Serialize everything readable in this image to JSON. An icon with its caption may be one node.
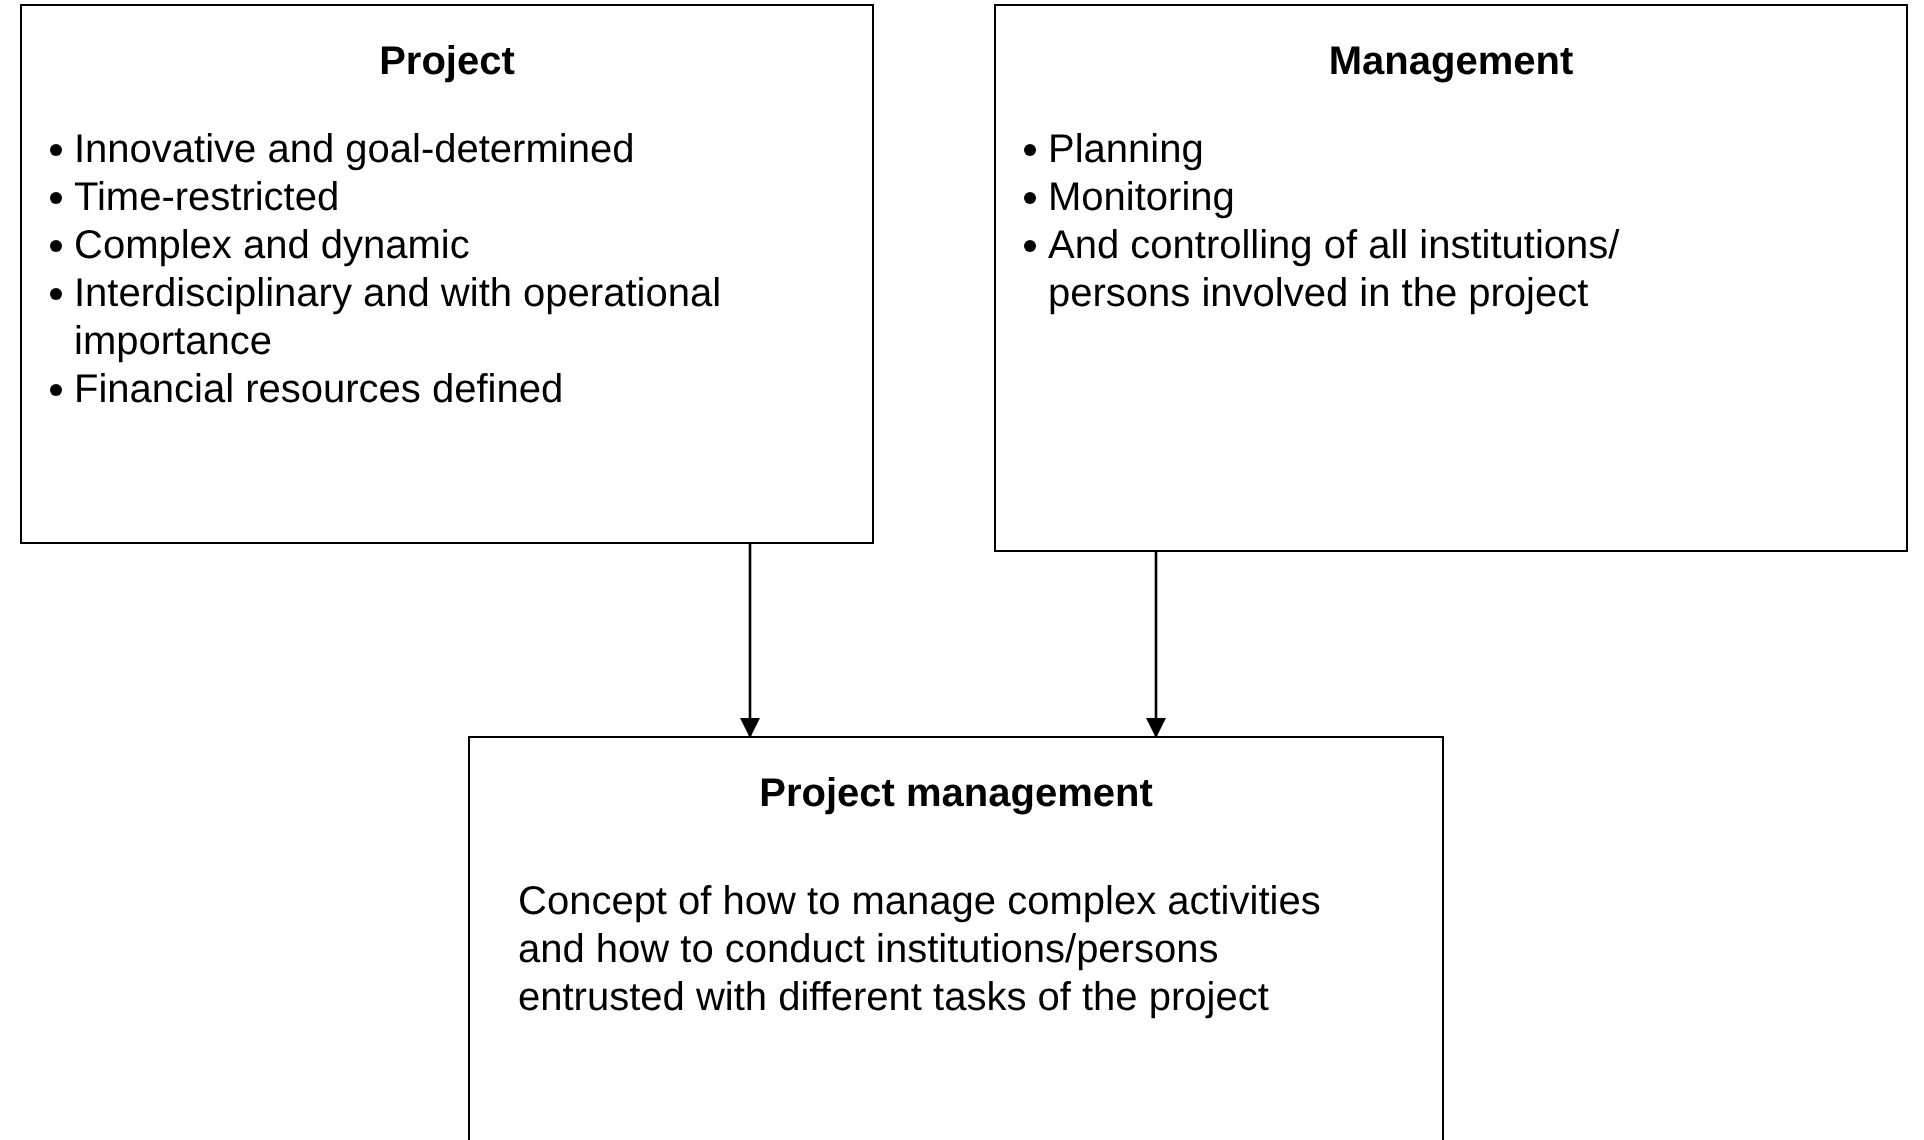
{
  "diagram": {
    "nodes": [
      {
        "text": [
          "Project",
          "Innovative and goal-determined",
          "Time-restricted",
          "Complex and dynamic",
          "Interdisciplinary and with operational importance",
          "Financial resources defined"
        ]
      },
      {
        "text": [
          "Management",
          "Planning",
          "Monitoring",
          "And controlling of all institutions/ persons involved in the project"
        ]
      },
      {
        "text": [
          "Project management",
          "Concept of how to manage complex activities and how to conduct institutions/persons entrusted with different tasks of the project"
        ]
      }
    ],
    "edges": [
      {
        "from": 0,
        "to": 2,
        "arrow": "to"
      },
      {
        "from": 1,
        "to": 2,
        "arrow": "to"
      }
    ]
  }
}
